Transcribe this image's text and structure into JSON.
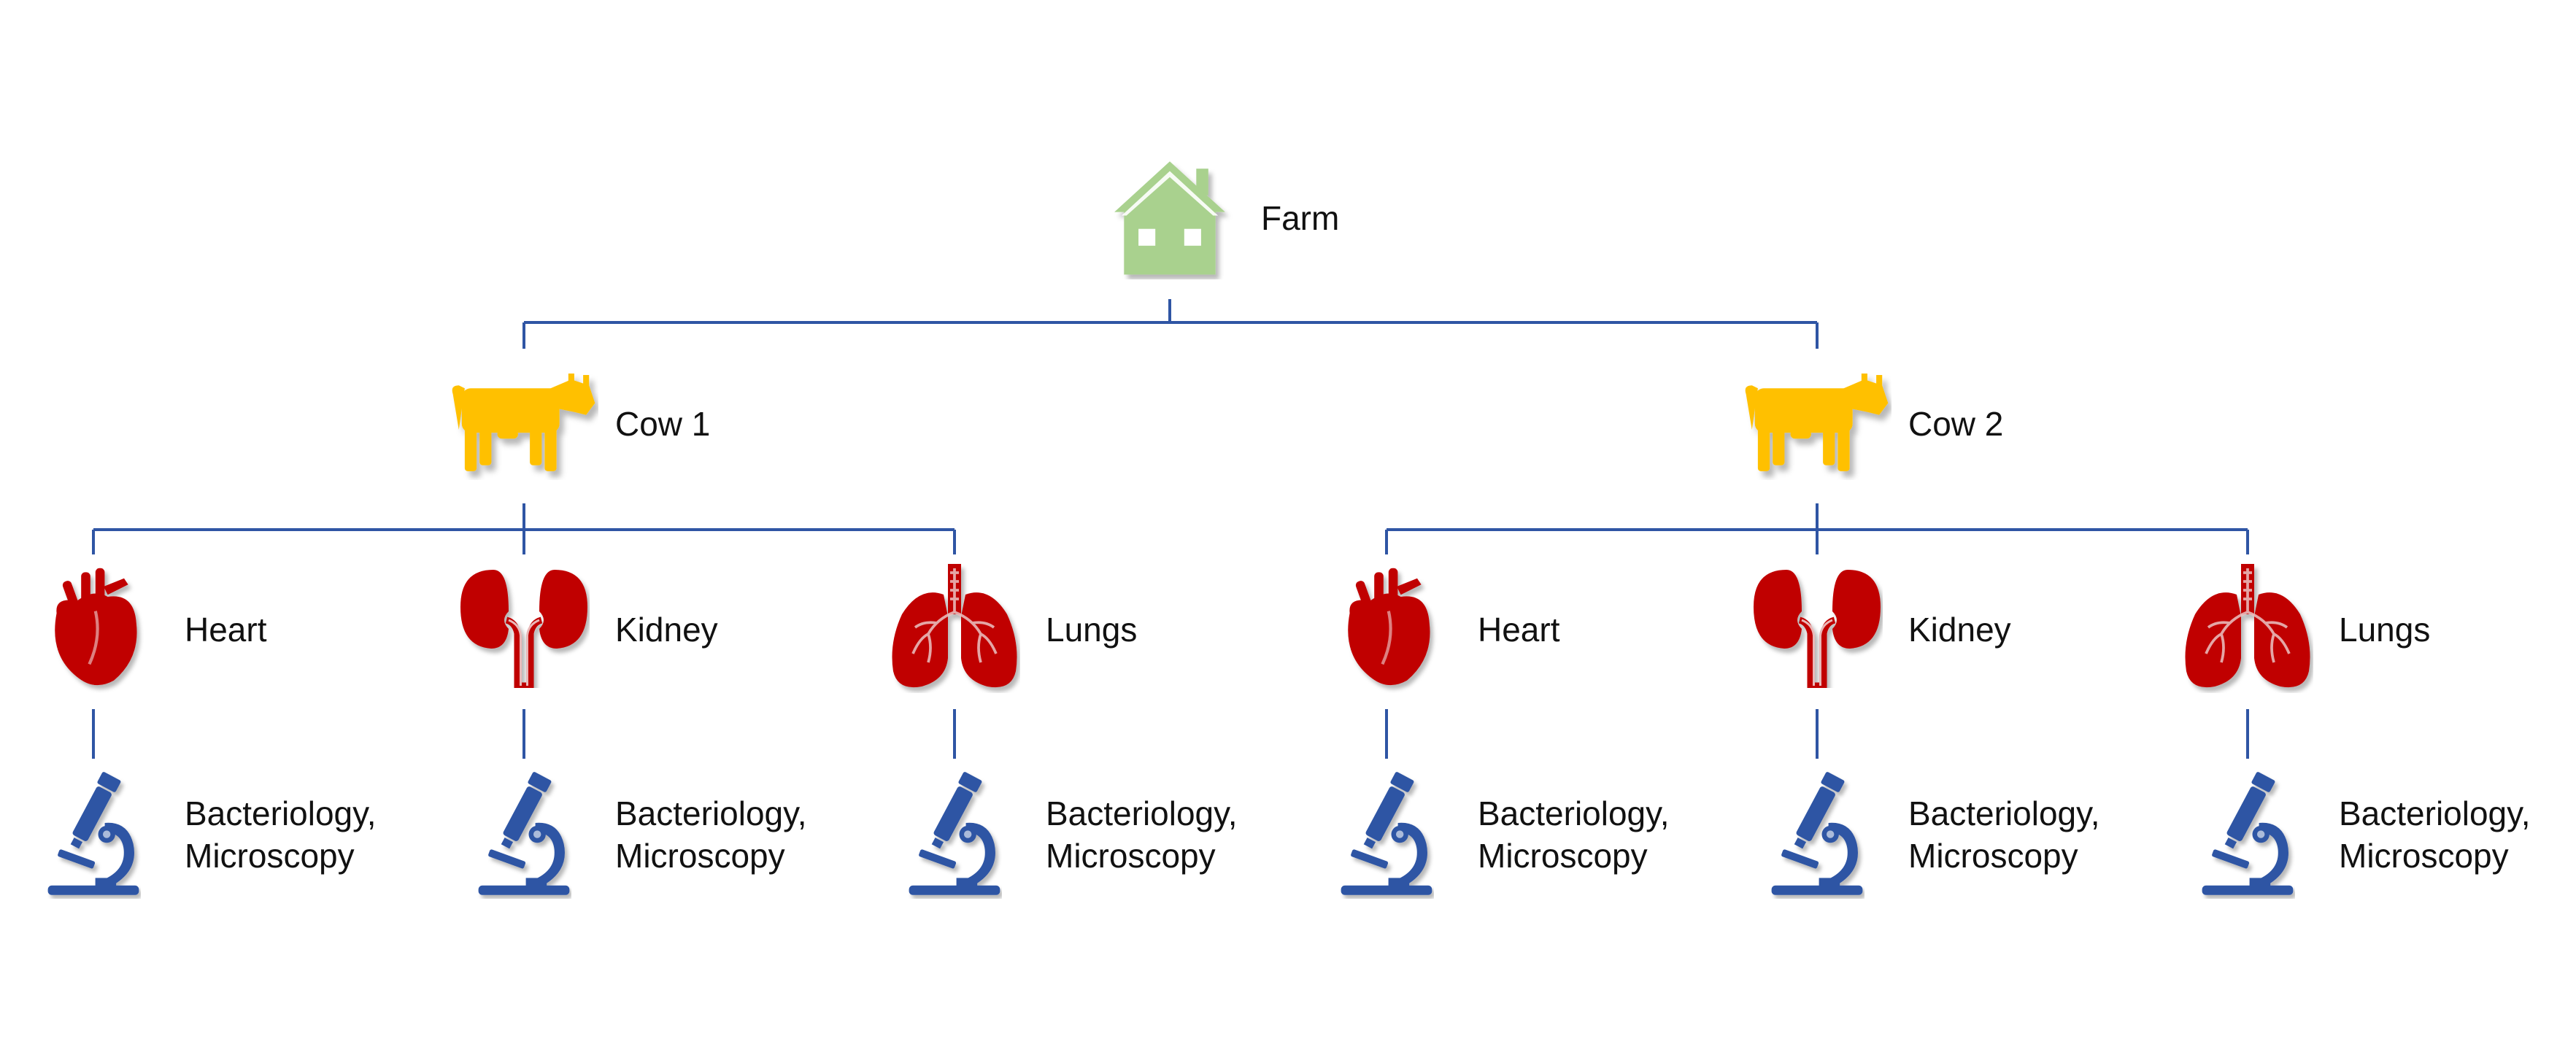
{
  "colors": {
    "connector": "#2F55A4",
    "farm": "#A9D18E",
    "cow": "#FFC000",
    "organ": "#C00000",
    "organ_detail": "#E9B8B8",
    "microscope": "#2F55A4",
    "text": "#111111"
  },
  "farm": {
    "label": "Farm",
    "icon": "house-icon"
  },
  "cows": [
    {
      "label": "Cow 1",
      "icon": "cow-icon",
      "organs": [
        {
          "label": "Heart",
          "icon": "heart-icon",
          "test": [
            "Bacteriology,",
            "Microscopy"
          ],
          "test_icon": "microscope-icon"
        },
        {
          "label": "Kidney",
          "icon": "kidney-icon",
          "test": [
            "Bacteriology,",
            "Microscopy"
          ],
          "test_icon": "microscope-icon"
        },
        {
          "label": "Lungs",
          "icon": "lungs-icon",
          "test": [
            "Bacteriology,",
            "Microscopy"
          ],
          "test_icon": "microscope-icon"
        }
      ]
    },
    {
      "label": "Cow 2",
      "icon": "cow-icon",
      "organs": [
        {
          "label": "Heart",
          "icon": "heart-icon",
          "test": [
            "Bacteriology,",
            "Microscopy"
          ],
          "test_icon": "microscope-icon"
        },
        {
          "label": "Kidney",
          "icon": "kidney-icon",
          "test": [
            "Bacteriology,",
            "Microscopy"
          ],
          "test_icon": "microscope-icon"
        },
        {
          "label": "Lungs",
          "icon": "lungs-icon",
          "test": [
            "Bacteriology,",
            "Microscopy"
          ],
          "test_icon": "microscope-icon"
        }
      ]
    }
  ]
}
